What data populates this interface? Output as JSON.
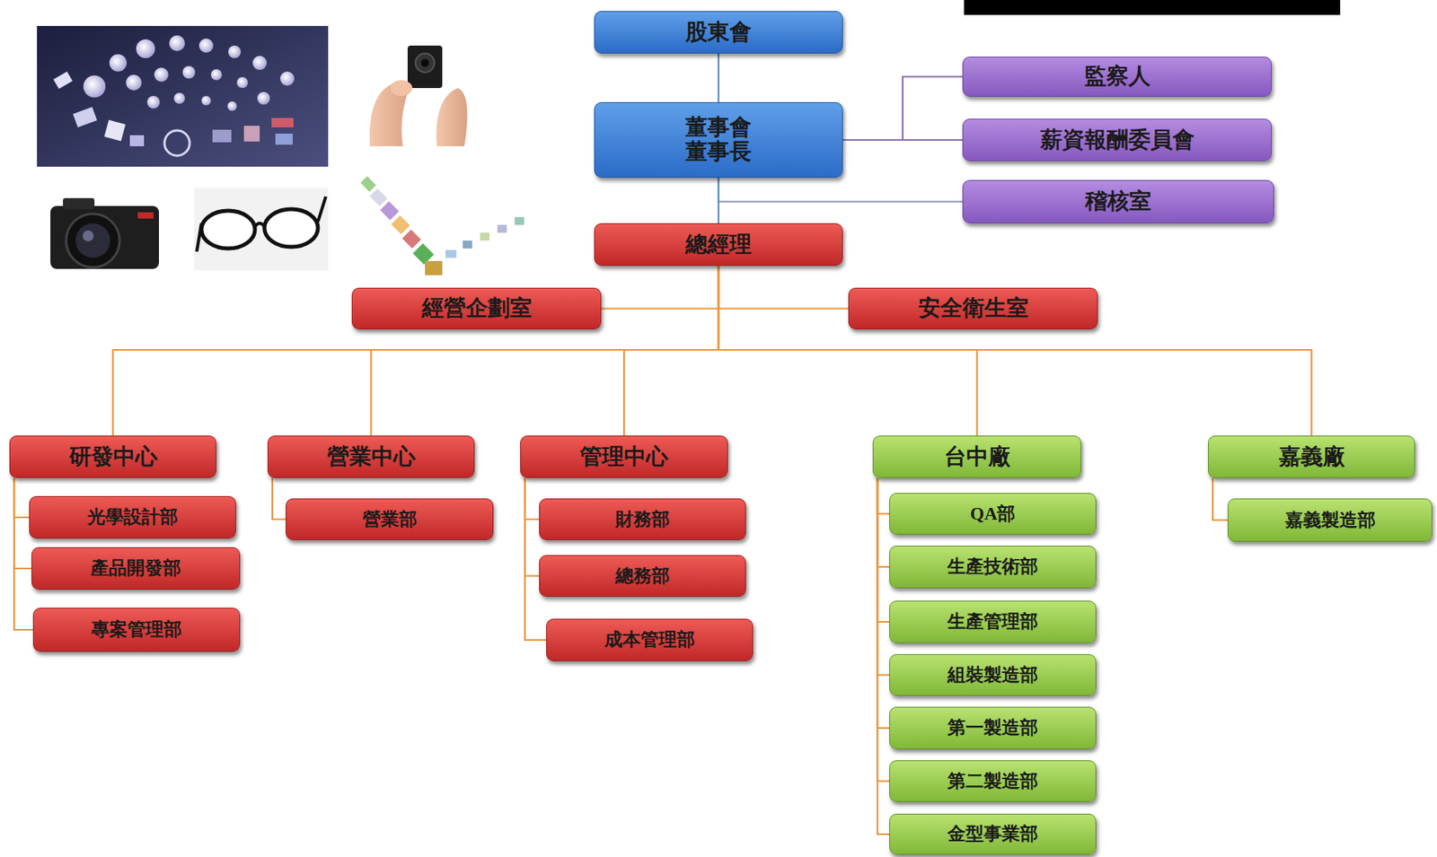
{
  "diagram": {
    "nodes": [
      {
        "text": [
          "股東會"
        ]
      },
      {
        "text": [
          "董事會 董事長"
        ]
      },
      {
        "text": [
          "監察人"
        ]
      },
      {
        "text": [
          "薪資報酬委員會"
        ]
      },
      {
        "text": [
          "稽核室"
        ]
      },
      {
        "text": [
          "總經理"
        ]
      },
      {
        "text": [
          "經營企劃室"
        ]
      },
      {
        "text": [
          "安全衛生室"
        ]
      },
      {
        "text": [
          "研發中心"
        ]
      },
      {
        "text": [
          "光學設計部"
        ]
      },
      {
        "text": [
          "產品開發部"
        ]
      },
      {
        "text": [
          "專案管理部"
        ]
      },
      {
        "text": [
          "營業中心"
        ]
      },
      {
        "text": [
          "營業部"
        ]
      },
      {
        "text": [
          "管理中心"
        ]
      },
      {
        "text": [
          "財務部"
        ]
      },
      {
        "text": [
          "總務部"
        ]
      },
      {
        "text": [
          "成本管理部"
        ]
      },
      {
        "text": [
          "台中廠"
        ]
      },
      {
        "text": [
          "QA部"
        ]
      },
      {
        "text": [
          "生產技術部"
        ]
      },
      {
        "text": [
          "生產管理部"
        ]
      },
      {
        "text": [
          "組裝製造部"
        ]
      },
      {
        "text": [
          "第一製造部"
        ]
      },
      {
        "text": [
          "第二製造部"
        ]
      },
      {
        "text": [
          "金型事業部"
        ]
      },
      {
        "text": [
          "嘉義廠"
        ]
      },
      {
        "text": [
          "嘉義製造部"
        ]
      }
    ],
    "edges": [
      {
        "from": 0,
        "to": 1,
        "arrow": "none"
      },
      {
        "from": 1,
        "to": 2,
        "arrow": "none"
      },
      {
        "from": 1,
        "to": 3,
        "arrow": "none"
      },
      {
        "from": 1,
        "to": 4,
        "arrow": "none"
      },
      {
        "from": 1,
        "to": 5,
        "arrow": "none"
      },
      {
        "from": 5,
        "to": 6,
        "arrow": "none"
      },
      {
        "from": 5,
        "to": 7,
        "arrow": "none"
      },
      {
        "from": 5,
        "to": 8,
        "arrow": "none"
      },
      {
        "from": 5,
        "to": 12,
        "arrow": "none"
      },
      {
        "from": 5,
        "to": 14,
        "arrow": "none"
      },
      {
        "from": 5,
        "to": 18,
        "arrow": "none"
      },
      {
        "from": 5,
        "to": 26,
        "arrow": "none"
      },
      {
        "from": 8,
        "to": 9,
        "arrow": "none"
      },
      {
        "from": 8,
        "to": 10,
        "arrow": "none"
      },
      {
        "from": 8,
        "to": 11,
        "arrow": "none"
      },
      {
        "from": 12,
        "to": 13,
        "arrow": "none"
      },
      {
        "from": 14,
        "to": 15,
        "arrow": "none"
      },
      {
        "from": 14,
        "to": 16,
        "arrow": "none"
      },
      {
        "from": 14,
        "to": 17,
        "arrow": "none"
      },
      {
        "from": 18,
        "to": 19,
        "arrow": "none"
      },
      {
        "from": 18,
        "to": 20,
        "arrow": "none"
      },
      {
        "from": 18,
        "to": 21,
        "arrow": "none"
      },
      {
        "from": 18,
        "to": 22,
        "arrow": "none"
      },
      {
        "from": 18,
        "to": 23,
        "arrow": "none"
      },
      {
        "from": 18,
        "to": 24,
        "arrow": "none"
      },
      {
        "from": 18,
        "to": 25,
        "arrow": "none"
      },
      {
        "from": 26,
        "to": 27,
        "arrow": "none"
      }
    ]
  }
}
